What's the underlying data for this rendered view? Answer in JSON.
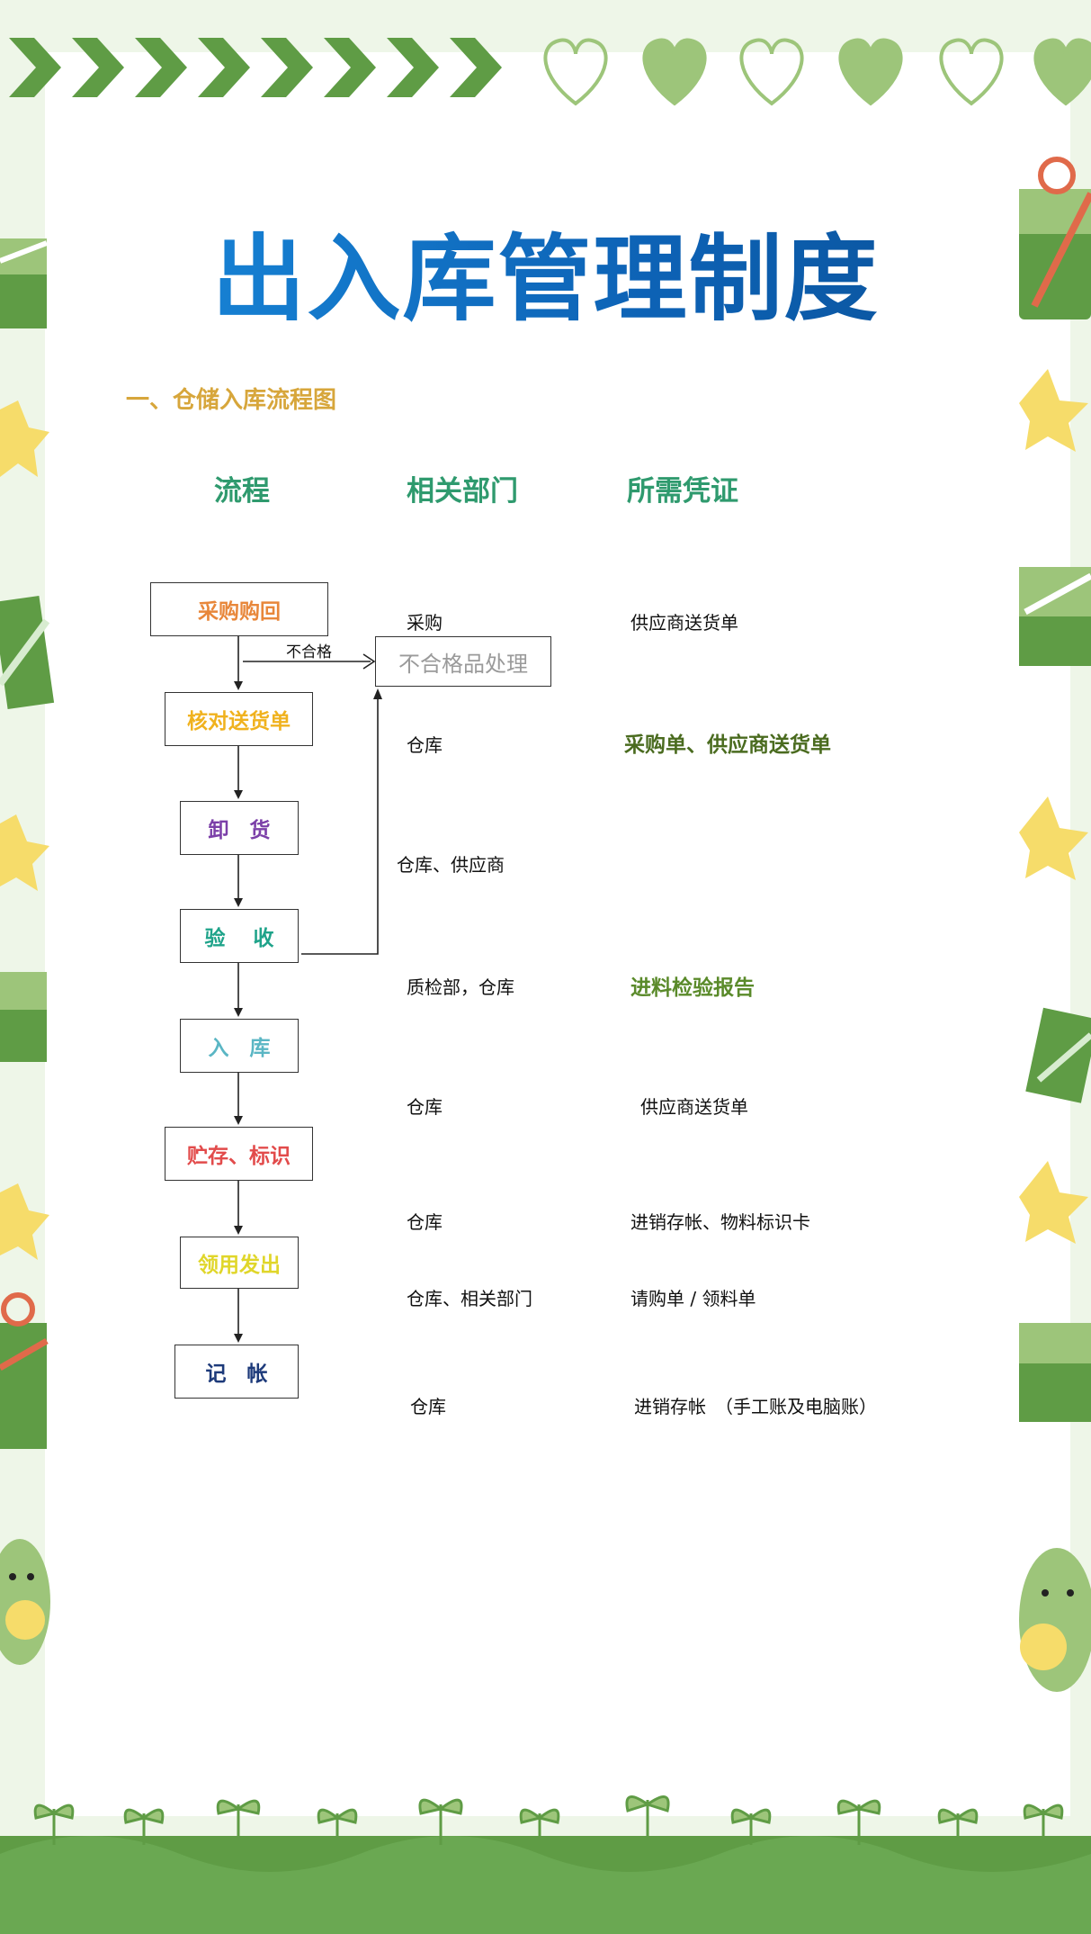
{
  "title": "出入库管理制度",
  "section_heading": "一、仓储入库流程图",
  "columns": {
    "process": "流程",
    "department": "相关部门",
    "voucher": "所需凭证"
  },
  "reject_label": "不合格",
  "reject_box": "不合格品处理",
  "steps": [
    {
      "label": "采购购回",
      "color": "#e8873a"
    },
    {
      "label": "核对送货单",
      "color": "#f0b21e"
    },
    {
      "label": "卸　货",
      "color": "#7b3fa8"
    },
    {
      "label": "验　 收",
      "color": "#1fa38a"
    },
    {
      "label": "入　库",
      "color": "#5ab6c4"
    },
    {
      "label": "贮存、标识",
      "color": "#e24b4b"
    },
    {
      "label": "领用发出",
      "color": "#e0d62a"
    },
    {
      "label": "记　帐",
      "color": "#1d3a7a"
    }
  ],
  "rows": [
    {
      "department": "采购",
      "voucher": "供应商送货单",
      "voucher_color": "#111111",
      "voucher_bold": false
    },
    {
      "department": "仓库",
      "voucher": "采购单、供应商送货单",
      "voucher_color": "#4a6b1f",
      "voucher_bold": true
    },
    {
      "department": "仓库、供应商",
      "voucher": "",
      "voucher_color": "#111111",
      "voucher_bold": false
    },
    {
      "department": "质检部，仓库",
      "voucher": "进料检验报告",
      "voucher_color": "#5a8a2a",
      "voucher_bold": true
    },
    {
      "department": "仓库",
      "voucher": "供应商送货单",
      "voucher_color": "#111111",
      "voucher_bold": false
    },
    {
      "department": "仓库",
      "voucher": "进销存帐、物料标识卡",
      "voucher_color": "#111111",
      "voucher_bold": false
    },
    {
      "department": "仓库、相关部门",
      "voucher": "请购单 / 领料单",
      "voucher_color": "#111111",
      "voucher_bold": false
    },
    {
      "department": "仓库",
      "voucher": "进销存帐　（手工账及电脑账）",
      "voucher_color": "#111111",
      "voucher_bold": false
    }
  ],
  "colors": {
    "border_green": "#5f9c45",
    "light_green": "#9dc57a",
    "star_yellow": "#f6dc6a",
    "ribbon_red": "#e06a4a"
  }
}
